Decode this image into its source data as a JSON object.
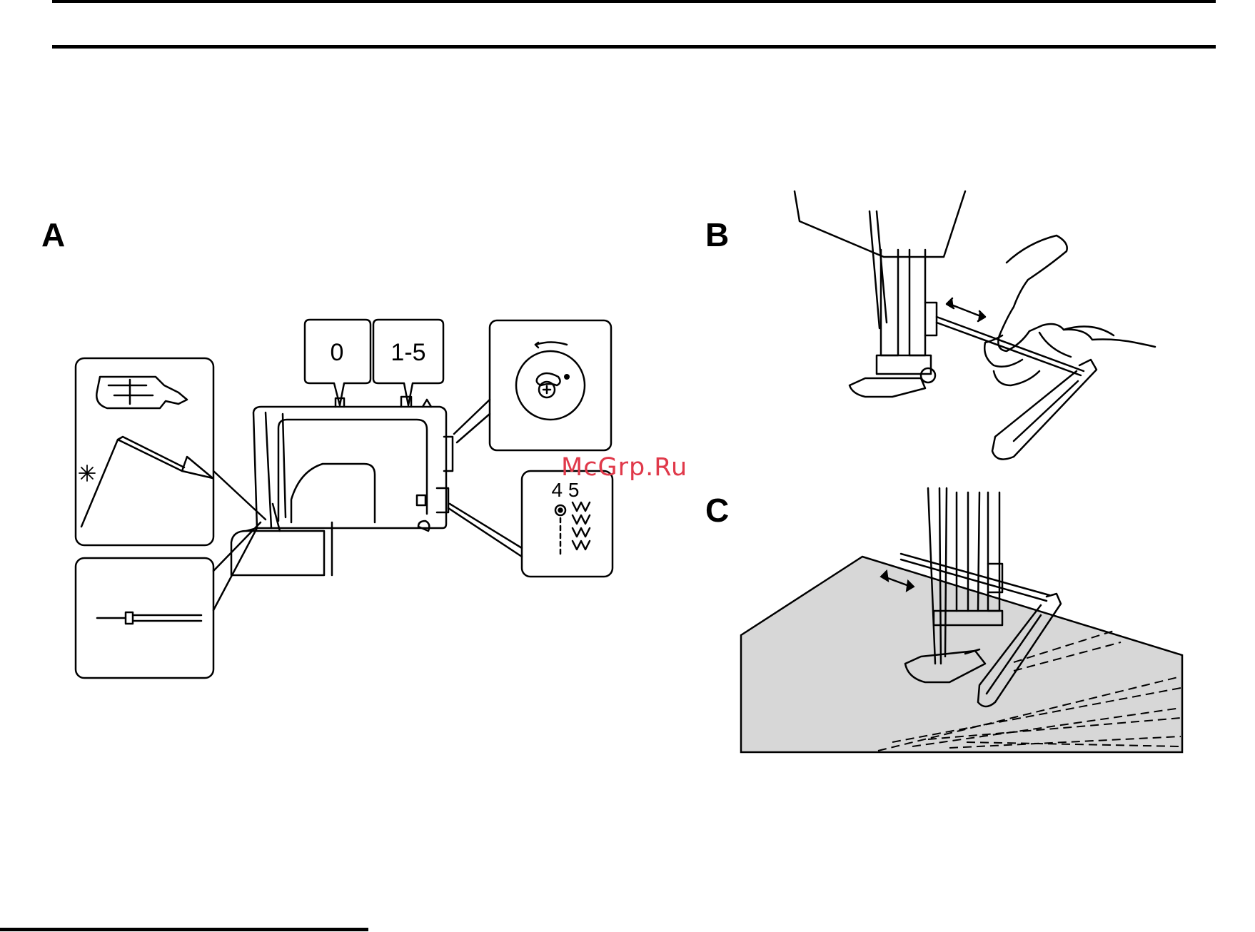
{
  "figures": {
    "a_label": "A",
    "b_label": "B",
    "c_label": "C"
  },
  "machine": {
    "callout_left_value": "0",
    "callout_right_value": "1-5",
    "selector_numbers": "4 5"
  },
  "watermark": "McGrp.Ru",
  "colors": {
    "watermark": "#e0394a",
    "fabric": "#d7d7d7"
  }
}
